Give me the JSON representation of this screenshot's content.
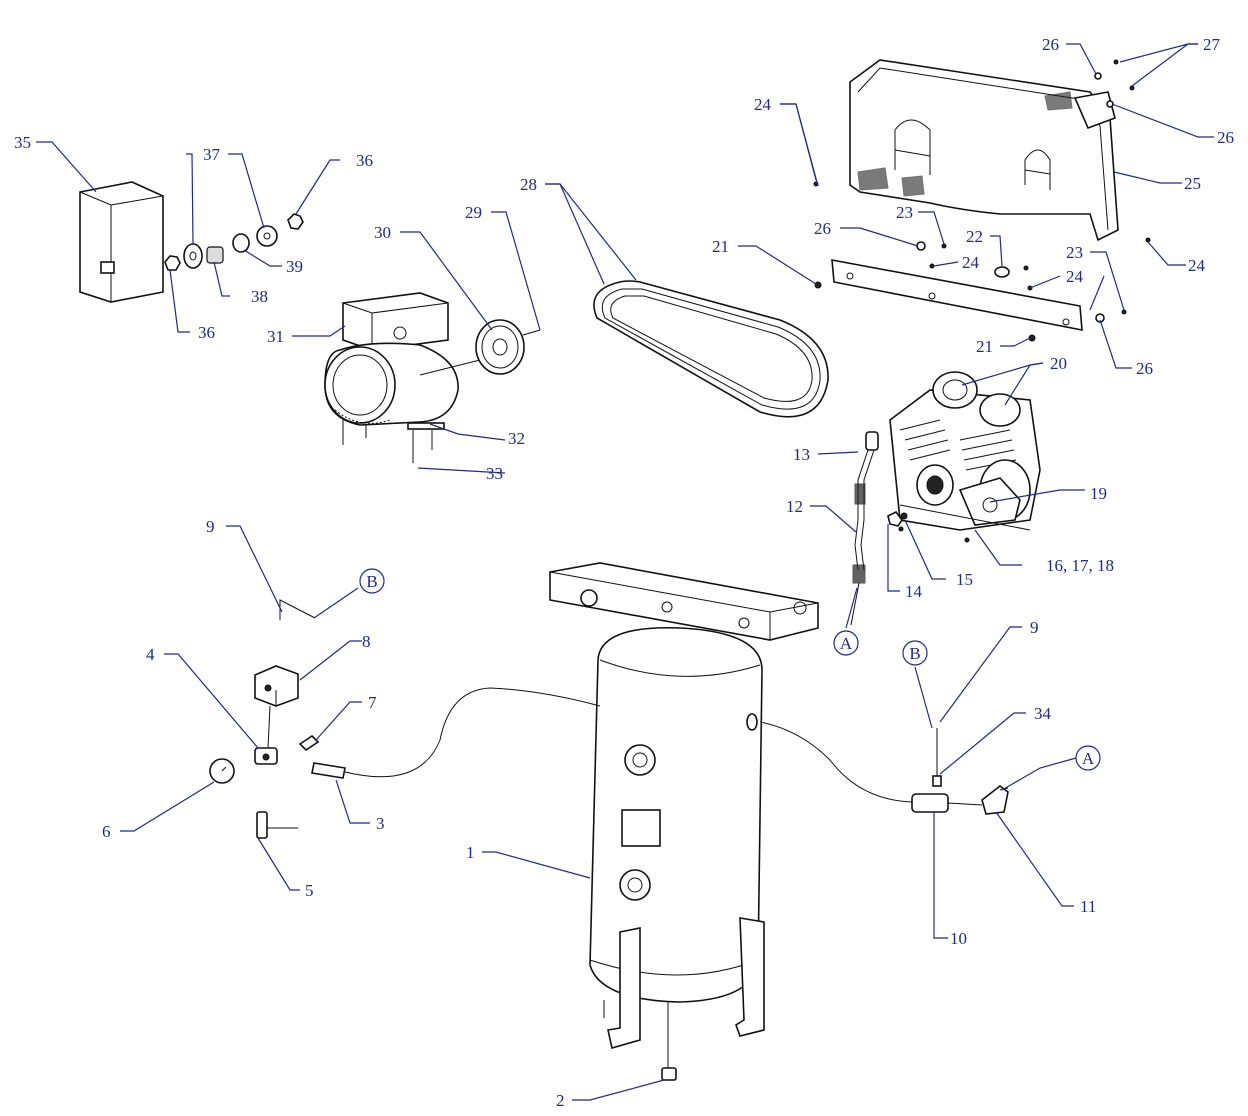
{
  "callouts": {
    "c1": "1",
    "c2": "2",
    "c3": "3",
    "c4": "4",
    "c5": "5",
    "c6": "6",
    "c7": "7",
    "c8": "8",
    "c9a": "9",
    "c9b": "9",
    "c10": "10",
    "c11": "11",
    "c12": "12",
    "c13": "13",
    "c14": "14",
    "c15": "15",
    "c16": "16, 17, 18",
    "c19": "19",
    "c20": "20",
    "c21a": "21",
    "c21b": "21",
    "c22": "22",
    "c23a": "23",
    "c23b": "23",
    "c24a": "24",
    "c24b": "24",
    "c24c": "24",
    "c24d": "24",
    "c25": "25",
    "c26a": "26",
    "c26b": "26",
    "c26c": "26",
    "c26d": "26",
    "c27": "27",
    "c28": "28",
    "c29": "29",
    "c30": "30",
    "c31": "31",
    "c32": "32",
    "c33": "33",
    "c34": "34",
    "c35": "35",
    "c36a": "36",
    "c36b": "36",
    "c37": "37",
    "c38": "38",
    "c39": "39"
  },
  "connectors": {
    "b_left": "B",
    "b_right": "B",
    "a_pump": "A",
    "a_right": "A"
  },
  "colors": {
    "callout": "#1f2a8a",
    "line": "#111111"
  }
}
